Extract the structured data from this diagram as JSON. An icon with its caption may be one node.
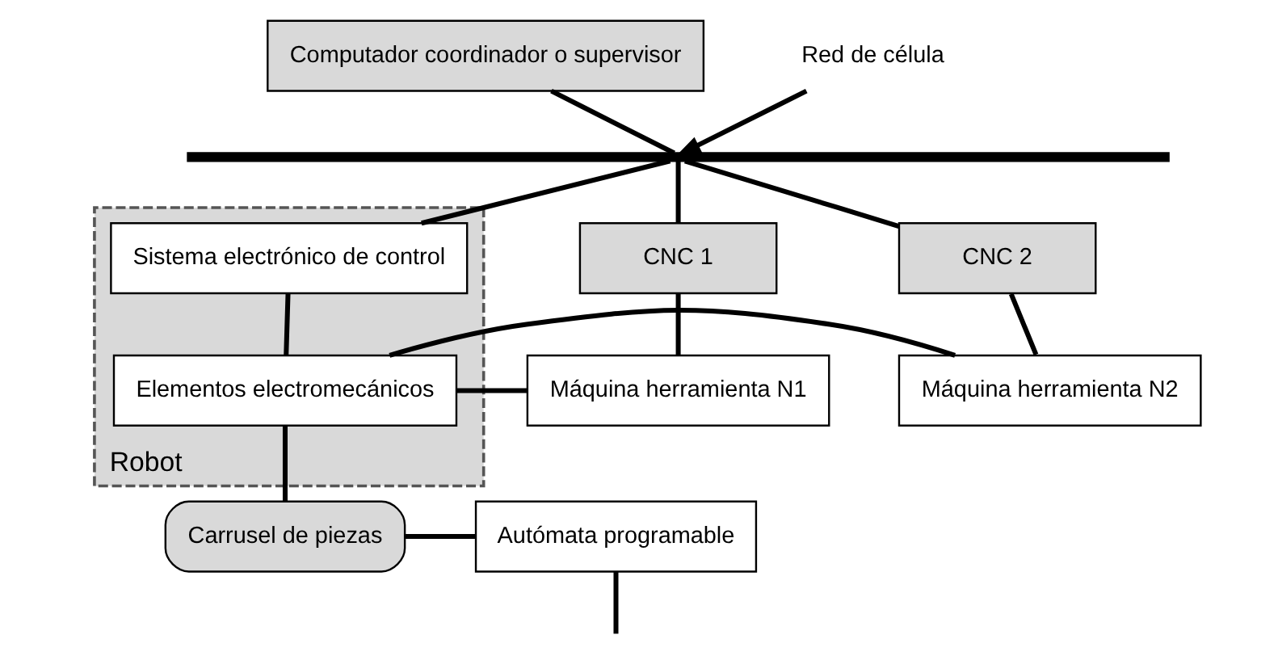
{
  "diagram": {
    "nodes": [
      {
        "text": [
          "Computador coordinador o supervisor"
        ]
      },
      {
        "text": [],
        "shape": "bar"
      },
      {
        "text": [
          "Red de célula"
        ]
      },
      {
        "text": [
          "CNC 1"
        ]
      },
      {
        "text": [
          "Robot"
        ]
      },
      {
        "text": [
          "Sistema electrónico de control"
        ],
        "in": 4
      },
      {
        "text": [
          "CNC 2"
        ]
      },
      {
        "text": [
          "Máquina herramienta N1"
        ]
      },
      {
        "text": [
          "Elementos electromecánicos"
        ],
        "in": 4
      },
      {
        "text": [
          "Máquina herramienta N2"
        ]
      },
      {
        "text": [
          "Carrusel de piezas"
        ]
      },
      {
        "text": [
          "Autómata programable"
        ]
      }
    ],
    "edges": [
      {
        "from": 0,
        "to": 1,
        "arrow": "none"
      },
      {
        "from": 2,
        "to": 1,
        "arrow": "to"
      },
      {
        "from": 1,
        "to": 3,
        "arrow": "none"
      },
      {
        "from": 1,
        "to": 5,
        "arrow": "none"
      },
      {
        "from": 1,
        "to": 6,
        "arrow": "none"
      },
      {
        "from": 3,
        "to": 7,
        "arrow": "none"
      },
      {
        "from": 5,
        "to": 8,
        "arrow": "none"
      },
      {
        "from": 6,
        "to": 9,
        "arrow": "none"
      },
      {
        "from": 7,
        "to": 8,
        "arrow": "none"
      },
      {
        "from": 8,
        "to": 9,
        "arrow": "none"
      },
      {
        "from": 8,
        "to": 10,
        "arrow": "none"
      },
      {
        "from": 10,
        "to": 11,
        "arrow": "none"
      },
      {
        "from": 11,
        "to": null,
        "arrow": "none"
      }
    ]
  }
}
